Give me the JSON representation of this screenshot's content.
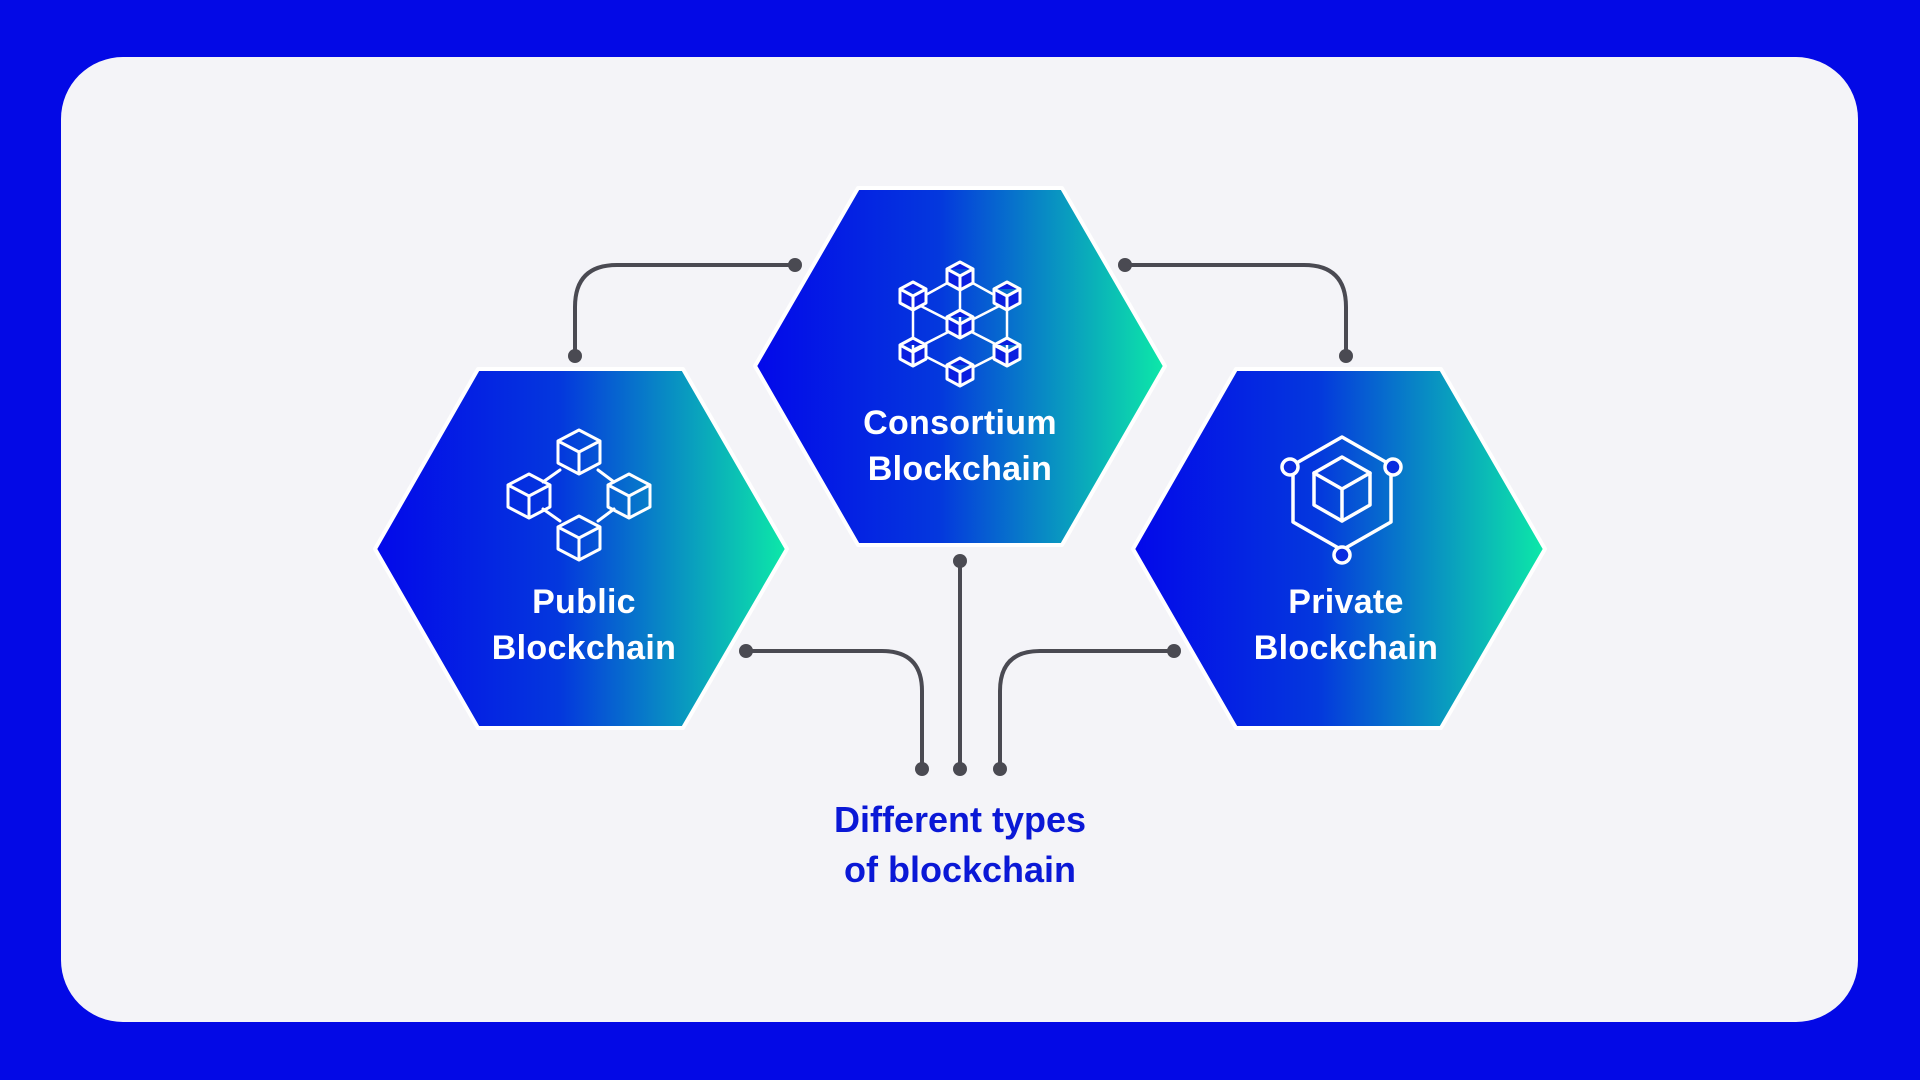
{
  "colors": {
    "frame": "#0309e6",
    "card": "#f4f4f8",
    "hex_gradient_start": "#0308ea",
    "hex_gradient_end": "#0de9a8",
    "connector": "#4a4a52",
    "caption": "#0a18d6"
  },
  "diagram": {
    "center": {
      "lines": [
        "Different types",
        "of blockchain"
      ]
    },
    "nodes": [
      {
        "id": "consortium",
        "lines": [
          "Consortium",
          "Blockchain"
        ],
        "icon": "cube-network-icon"
      },
      {
        "id": "public",
        "lines": [
          "Public",
          "Blockchain"
        ],
        "icon": "linked-cubes-icon"
      },
      {
        "id": "private",
        "lines": [
          "Private",
          "Blockchain"
        ],
        "icon": "secured-cube-icon"
      }
    ]
  }
}
